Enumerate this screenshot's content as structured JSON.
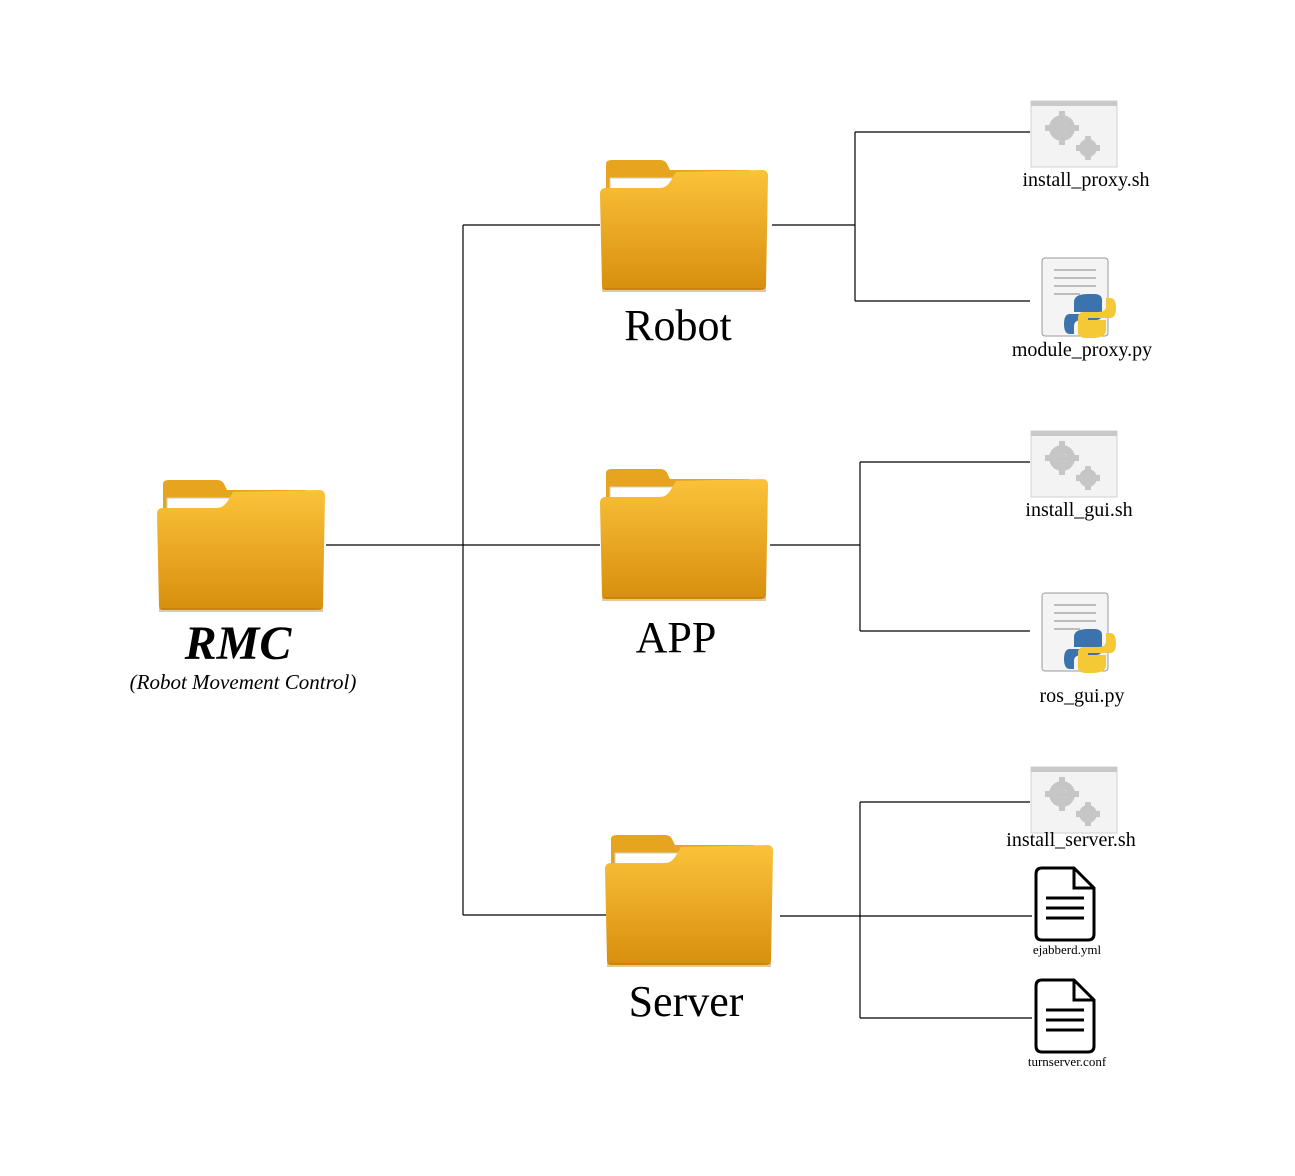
{
  "root": {
    "title": "RMC",
    "subtitle": "(Robot Movement Control)",
    "icon": "folder-icon"
  },
  "folders": {
    "robot": {
      "label": "Robot",
      "icon": "folder-icon"
    },
    "app": {
      "label": "APP",
      "icon": "folder-icon"
    },
    "server": {
      "label": "Server",
      "icon": "folder-icon"
    }
  },
  "files": {
    "install_proxy": {
      "label": "install_proxy.sh",
      "icon": "gear-script-icon"
    },
    "module_proxy": {
      "label": "module_proxy.py",
      "icon": "python-file-icon"
    },
    "install_gui": {
      "label": "install_gui.sh",
      "icon": "gear-script-icon"
    },
    "ros_gui": {
      "label": "ros_gui.py",
      "icon": "python-file-icon"
    },
    "install_server": {
      "label": "install_server.sh",
      "icon": "gear-script-icon"
    },
    "ejabberd": {
      "label": "ejabberd.yml",
      "icon": "document-icon"
    },
    "turnserver": {
      "label": "turnserver.conf",
      "icon": "document-icon"
    }
  },
  "colors": {
    "folder_light": "#f9bc2e",
    "folder_dark": "#d98f0b",
    "line": "#000000"
  }
}
